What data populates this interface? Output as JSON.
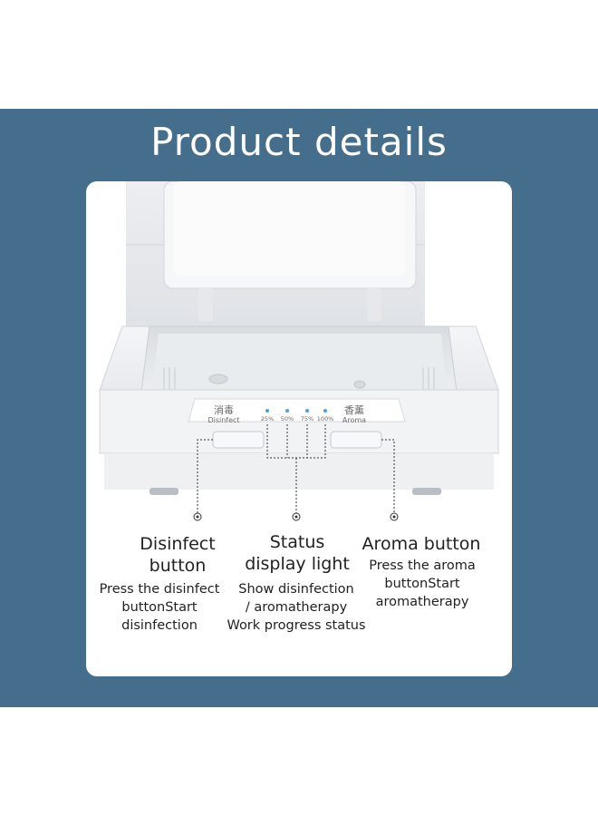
{
  "page": {
    "title": "Product details",
    "band_color": "#456d8c"
  },
  "device": {
    "disinfect_cn": "消毒",
    "disinfect_en": "Disinfect",
    "aroma_cn": "香薰",
    "aroma_en": "Aroma",
    "levels": [
      "25%",
      "50%",
      "75%",
      "100%"
    ],
    "indicator_color": "#4aa3e0"
  },
  "callouts": {
    "disinfect": {
      "title_line1": "Disinfect",
      "title_line2": "button",
      "desc_line1": "Press the disinfect",
      "desc_line2": "buttonStart",
      "desc_line3": "disinfection"
    },
    "status": {
      "title_line1": "Status",
      "title_line2": "display light",
      "desc_line1": "Show disinfection",
      "desc_line2": "/ aromatherapy",
      "desc_line3": "Work progress status"
    },
    "aroma": {
      "title_line1": "Aroma button",
      "desc_line1": "Press the aroma",
      "desc_line2": "buttonStart",
      "desc_line3": "aromatherapy"
    }
  }
}
